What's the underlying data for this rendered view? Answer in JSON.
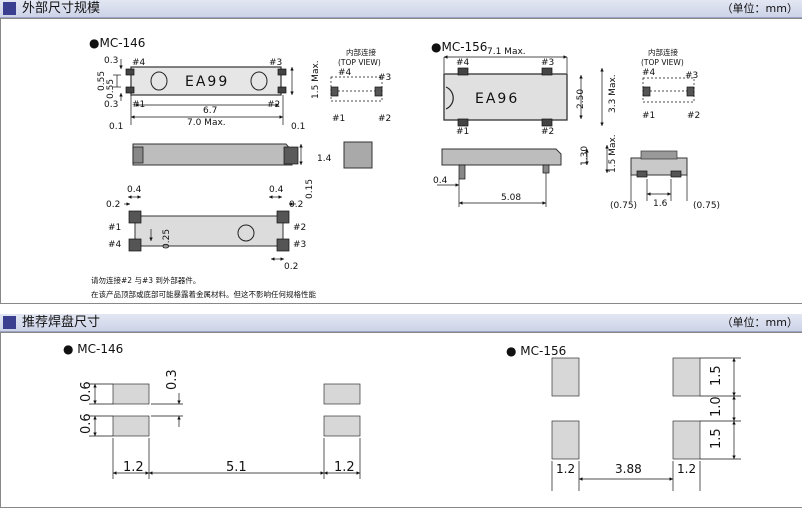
{
  "section1": {
    "title": "外部尺寸规模",
    "unit": "（单位：mm）"
  },
  "section2": {
    "title": "推荐焊盘尺寸",
    "unit": "（单位：mm）"
  },
  "mc146": {
    "model": "●MC-146",
    "marking": "EA99",
    "pins": {
      "p1": "#1",
      "p2": "#2",
      "p3": "#3",
      "p4": "#4"
    },
    "dims": {
      "d03a": "0.3",
      "d055": "0.55",
      "d055b": "0.55",
      "d03b": "0.3",
      "d67": "6.7",
      "d70": "7.0   Max.",
      "d01a": "0.1",
      "d01b": "0.1",
      "d15": "1.5 Max.",
      "d14": "1.4",
      "d015": "0.15",
      "d04a": "0.4",
      "d04b": "0.4",
      "d02a": "0.2",
      "d02b": "0.2",
      "d02c": "0.2",
      "d025": "0.25"
    },
    "top_view_cn": "内部连接",
    "top_view_en": "(TOP VIEW)"
  },
  "mc156": {
    "model": "●MC-156",
    "marking": "EA96",
    "pins": {
      "p1": "#1",
      "p2": "#2",
      "p3": "#3",
      "p4": "#4"
    },
    "dims": {
      "d71": "7.1   Max.",
      "d250": "2.50",
      "d33": "3.3 Max.",
      "d130": "1.30",
      "d15": "1.5 Max.",
      "d04": "0.4",
      "d508": "5.08",
      "d075a": "(0.75)",
      "d16": "1.6",
      "d075b": "(0.75)"
    },
    "top_view_cn": "内部连接",
    "top_view_en": "(TOP VIEW)"
  },
  "notes": {
    "line1": "请勿连接#2 与#3 到外部器件。",
    "line2": "在该产品顶部或底部可能暴露着金属材料。但这不影响任何规格性能"
  },
  "pads146": {
    "model": "● MC-146",
    "d06a": "0.6",
    "d06b": "0.6",
    "d03": "0.3",
    "d12a": "1.2",
    "d51": "5.1",
    "d12b": "1.2"
  },
  "pads156": {
    "model": "● MC-156",
    "d15a": "1.5",
    "d10": "1.0",
    "d15b": "1.5",
    "d12a": "1.2",
    "d388": "3.88",
    "d12b": "1.2"
  }
}
